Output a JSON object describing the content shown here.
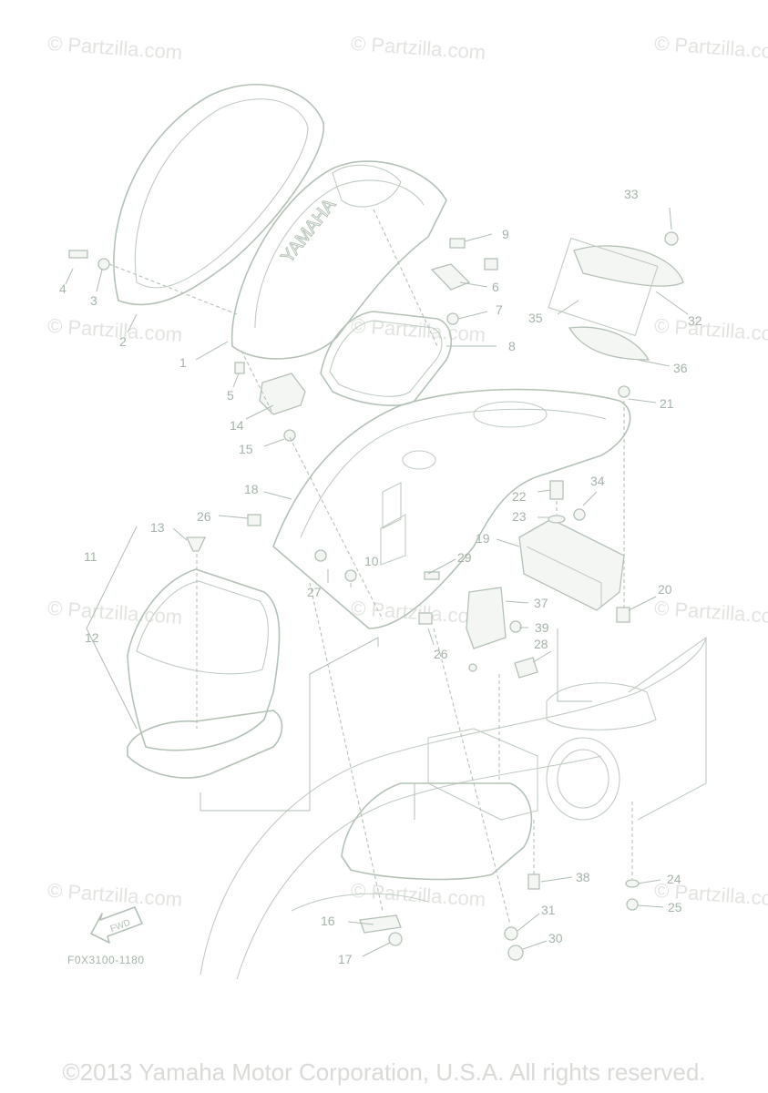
{
  "diagram": {
    "drawing_code": "F0X3100-1180",
    "copyright": "©2013 Yamaha Motor Corporation, U.S.A. All rights reserved.",
    "watermark_text": "© Partzilla.com",
    "brand_on_part": "YAMAHA",
    "fwd_label": "FWD",
    "line_color": "#b4c2b6",
    "callouts": {
      "c1": "1",
      "c2": "2",
      "c3": "3",
      "c4": "4",
      "c5": "5",
      "c6": "6",
      "c7": "7",
      "c8": "8",
      "c9": "9",
      "c10": "10",
      "c11": "11",
      "c12": "12",
      "c13": "13",
      "c14": "14",
      "c15": "15",
      "c16": "16",
      "c17": "17",
      "c18": "18",
      "c19": "19",
      "c20": "20",
      "c21": "21",
      "c22": "22",
      "c23": "23",
      "c24": "24",
      "c25": "25",
      "c26a": "26",
      "c26b": "26",
      "c27": "27",
      "c28": "28",
      "c29": "29",
      "c30": "30",
      "c31": "31",
      "c32": "32",
      "c33": "33",
      "c34": "34",
      "c35": "35",
      "c36": "36",
      "c37": "37",
      "c38": "38",
      "c39": "39"
    }
  }
}
